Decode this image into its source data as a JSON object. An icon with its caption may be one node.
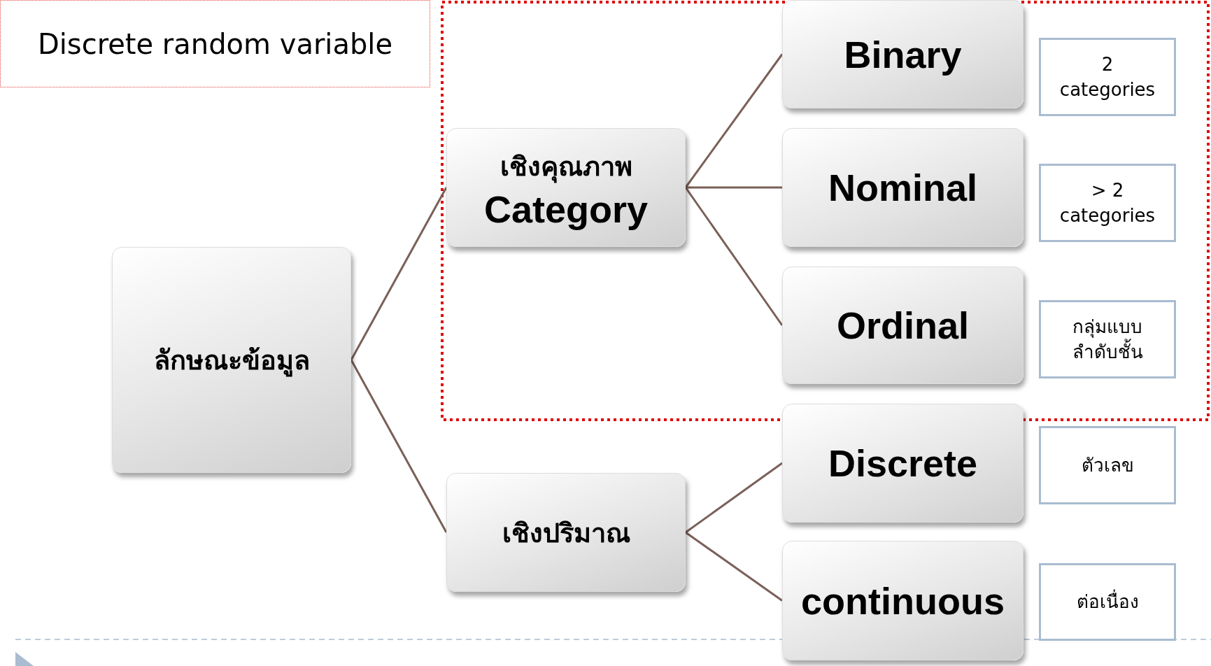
{
  "diagram": {
    "title": "Discrete random variable",
    "nodes": [
      {
        "text": [
          "ลักษณะข้อมูล"
        ]
      },
      {
        "text": [
          "เชิงคุณภาพ",
          "Category"
        ]
      },
      {
        "text": [
          "เชิงปริมาณ"
        ]
      },
      {
        "text": [
          "Binary"
        ]
      },
      {
        "text": [
          "Nominal"
        ]
      },
      {
        "text": [
          "Ordinal"
        ]
      },
      {
        "text": [
          "Discrete"
        ]
      },
      {
        "text": [
          "continuous"
        ]
      },
      {
        "text": [
          "2 categories"
        ]
      },
      {
        "text": [
          "> 2 categories"
        ]
      },
      {
        "text": [
          "กลุ่มแบบ ลำดับชั้น"
        ]
      },
      {
        "text": [
          "ตัวเลข"
        ]
      },
      {
        "text": [
          "ต่อเนื่อง"
        ]
      }
    ],
    "edges": [
      {
        "from": 0,
        "to": 1,
        "arrow": "none"
      },
      {
        "from": 0,
        "to": 2,
        "arrow": "none"
      },
      {
        "from": 1,
        "to": 3,
        "arrow": "none"
      },
      {
        "from": 1,
        "to": 4,
        "arrow": "none"
      },
      {
        "from": 1,
        "to": 5,
        "arrow": "none"
      },
      {
        "from": 2,
        "to": 6,
        "arrow": "none"
      },
      {
        "from": 2,
        "to": 7,
        "arrow": "none"
      }
    ]
  }
}
